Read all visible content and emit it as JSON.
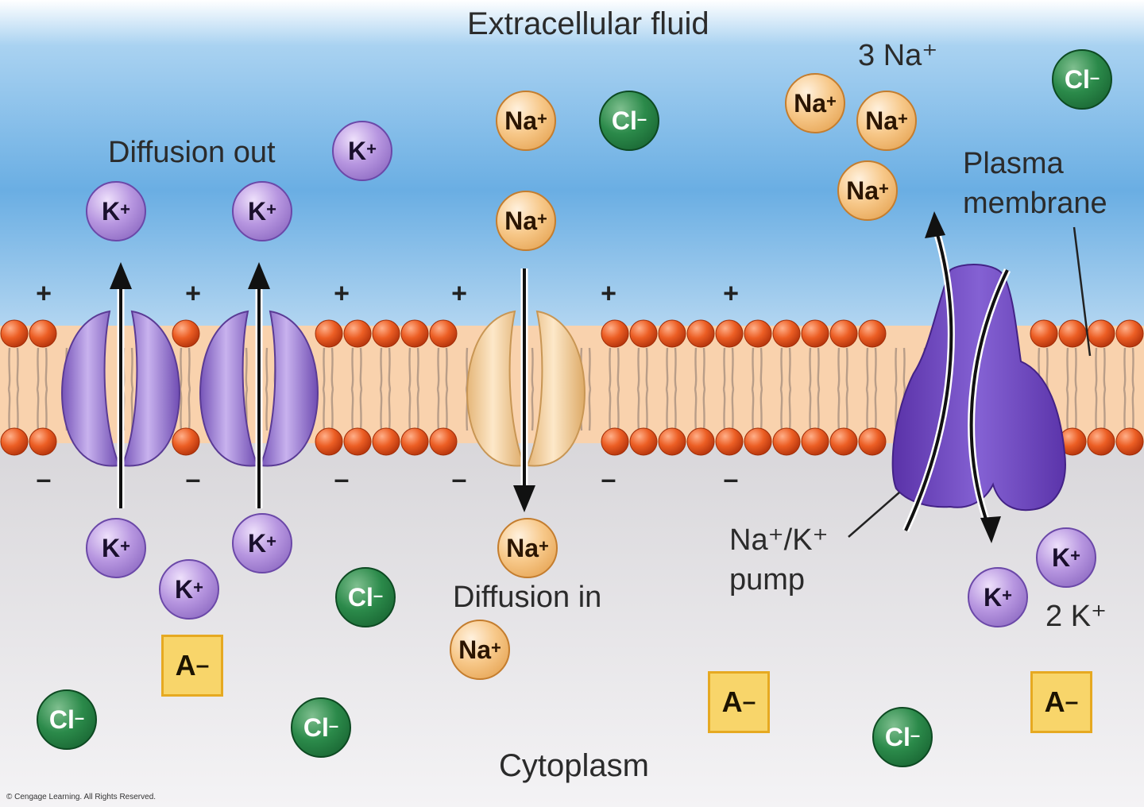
{
  "labels": {
    "extracellular": "Extracellular fluid",
    "cytoplasm": "Cytoplasm",
    "diffusion_out": "Diffusion out",
    "diffusion_in": "Diffusion in",
    "plasma_membrane_1": "Plasma",
    "plasma_membrane_2": "membrane",
    "pump_1": "Na⁺/K⁺",
    "pump_2": "pump",
    "three_na": "3 Na⁺",
    "two_k": "2 K⁺",
    "copyright": "© Cengage Learning. All Rights Reserved."
  },
  "charges": {
    "plus": "+",
    "minus": "–"
  },
  "ions": {
    "k_symbol": "K",
    "na_symbol": "Na",
    "cl_symbol": "Cl",
    "cation_charge": "+",
    "anion_charge": "–",
    "a_symbol": "A"
  },
  "colors": {
    "extracellular_top": "#6aaee3",
    "extracellular_bottom": "#d9ebf8",
    "cytoplasm_top": "#d8d6d9",
    "cytoplasm_bottom": "#f2f1f3",
    "lipid_head": "#e2541b",
    "k_channel": "#8f6fd0",
    "na_channel": "#f1cc98",
    "pump": "#6f45c3"
  }
}
